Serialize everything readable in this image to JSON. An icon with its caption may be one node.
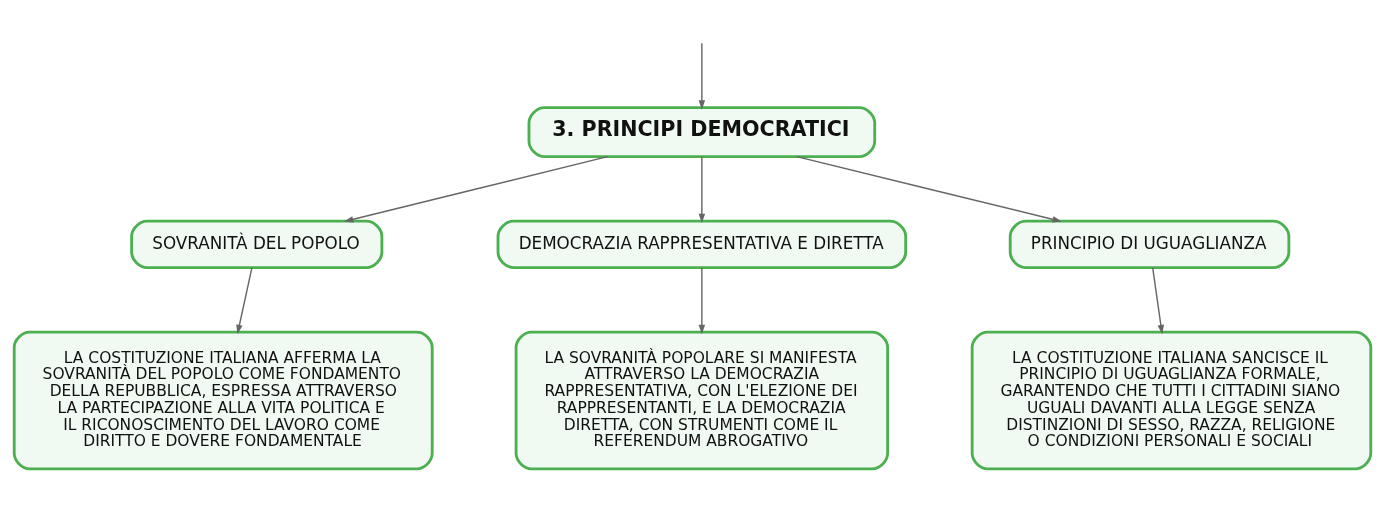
{
  "diagram": {
    "nodes": [
      {
        "text": [
          "3. PRINCIPI DEMOCRATICI"
        ]
      },
      {
        "text": [
          "SOVRANITÀ DEL POPOLO"
        ]
      },
      {
        "text": [
          "DEMOCRAZIA RAPPRESENTATIVA E DIRETTA"
        ]
      },
      {
        "text": [
          "PRINCIPIO DI UGUAGLIANZA"
        ]
      },
      {
        "text": [
          "LA COSTITUZIONE ITALIANA AFFERMA LA SOVRANITÀ DEL POPOLO COME FONDAMENTO DELLA REPUBBLICA, ESPRESSA ATTRAVERSO LA PARTECIPAZIONE ALLA VITA POLITICA E IL RICONOSCIMENTO DEL LAVORO COME DIRITTO E DOVERE FONDAMENTALE"
        ]
      },
      {
        "text": [
          "LA SOVRANITÀ POPOLARE SI MANIFESTA ATTRAVERSO LA DEMOCRAZIA RAPPRESENTATIVA, CON L'ELEZIONE DEI RAPPRESENTANTI, E LA DEMOCRAZIA DIRETTA, CON STRUMENTI COME IL REFERENDUM ABROGATIVO"
        ]
      },
      {
        "text": [
          "LA COSTITUZIONE ITALIANA SANCISCE IL PRINCIPIO DI UGUAGLIANZA FORMALE, GARANTENDO CHE TUTTI I CITTADINI SIANO UGUALI DAVANTI ALLA LEGGE SENZA DISTINZIONI DI SESSO, RAZZA, RELIGIONE O CONDIZIONI PERSONALI E SOCIALI"
        ]
      }
    ],
    "edges": [
      {
        "from": null,
        "to": 0,
        "arrow": "to"
      },
      {
        "from": 0,
        "to": 1,
        "arrow": "to"
      },
      {
        "from": 0,
        "to": 2,
        "arrow": "to"
      },
      {
        "from": 0,
        "to": 3,
        "arrow": "to"
      },
      {
        "from": 1,
        "to": 4,
        "arrow": "to"
      },
      {
        "from": 2,
        "to": 5,
        "arrow": "to"
      },
      {
        "from": 3,
        "to": 6,
        "arrow": "to"
      }
    ]
  }
}
